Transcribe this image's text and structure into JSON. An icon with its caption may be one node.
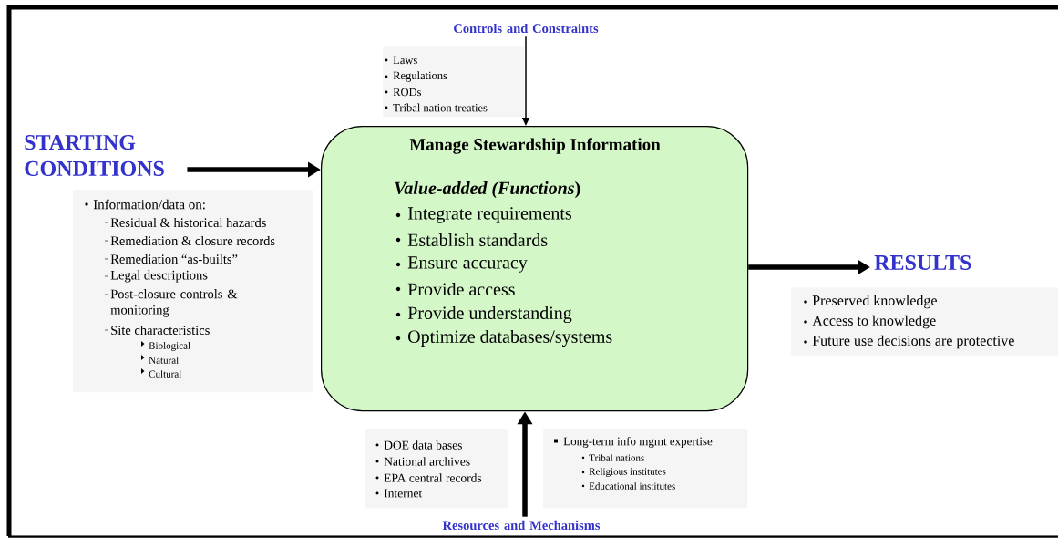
{
  "diagram": {
    "nodes": [
      {
        "text": [
          "Controls and Constraints"
        ]
      },
      {
        "text": [
          "Laws",
          "Regulations",
          "RODs",
          "Tribal nation treaties"
        ]
      },
      {
        "text": [
          "STARTING CONDITIONS"
        ]
      },
      {
        "text": [
          "Information/data on:",
          "Residual & historical hazards",
          "Remediation & closure records",
          "Remediation “as-builts”",
          "Legal descriptions",
          "Post-closure controls & monitoring",
          "Site characteristics",
          "Biological",
          "Natural",
          "Cultural"
        ]
      },
      {
        "text": [
          "Manage Stewardship Information",
          "*Value-added (Functions*)",
          "Integrate requirements",
          "Establish standards",
          "Ensure accuracy",
          "Provide access",
          "Provide understanding",
          "Optimize databases/systems"
        ]
      },
      {
        "text": [
          "RESULTS"
        ]
      },
      {
        "text": [
          "Preserved knowledge",
          "Access to knowledge",
          "Future use decisions are protective"
        ]
      },
      {
        "text": [
          "Resources and Mechanisms"
        ]
      },
      {
        "text": [
          "DOE data bases",
          "National archives",
          "EPA central records",
          "Internet"
        ]
      },
      {
        "text": [
          "Long-term info mgmt expertise",
          "Tribal nations",
          "Religious institutes",
          "Educational institutes"
        ]
      }
    ],
    "edges": [
      {
        "from": 0,
        "to": 4,
        "arrow": "to"
      },
      {
        "from": 2,
        "to": 4,
        "arrow": "to"
      },
      {
        "from": 4,
        "to": 5,
        "arrow": "to"
      },
      {
        "from": 7,
        "to": 4,
        "arrow": "to"
      }
    ]
  }
}
